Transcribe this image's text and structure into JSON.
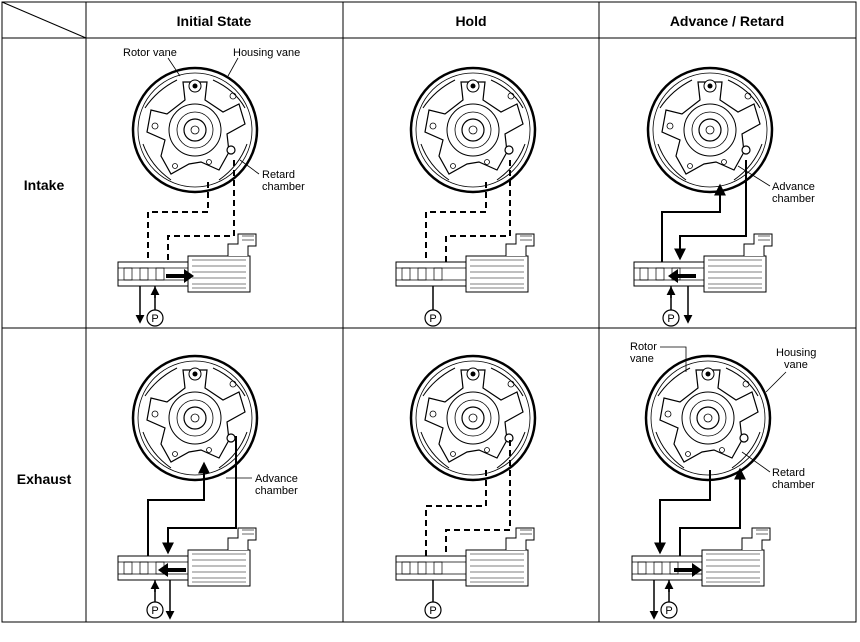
{
  "headers": {
    "col1": "Initial State",
    "col2": "Hold",
    "col3": "Advance / Retard"
  },
  "rows": {
    "intake": "Intake",
    "exhaust": "Exhaust"
  },
  "labels": {
    "rotor_vane": "Rotor vane",
    "housing_vane": "Housing vane",
    "retard_chamber_l1": "Retard",
    "retard_chamber_l2": "chamber",
    "advance_chamber_l1": "Advance",
    "advance_chamber_l2": "chamber",
    "exhaust_advance_l1": "Advance",
    "exhaust_advance_l2": "chamber",
    "rotor_l1": "Rotor",
    "rotor_l2": "vane",
    "housing_l1": "Housing",
    "housing_l2": "vane",
    "exhaust_retard_l1": "Retard",
    "exhaust_retard_l2": "chamber",
    "pressure": "P"
  }
}
